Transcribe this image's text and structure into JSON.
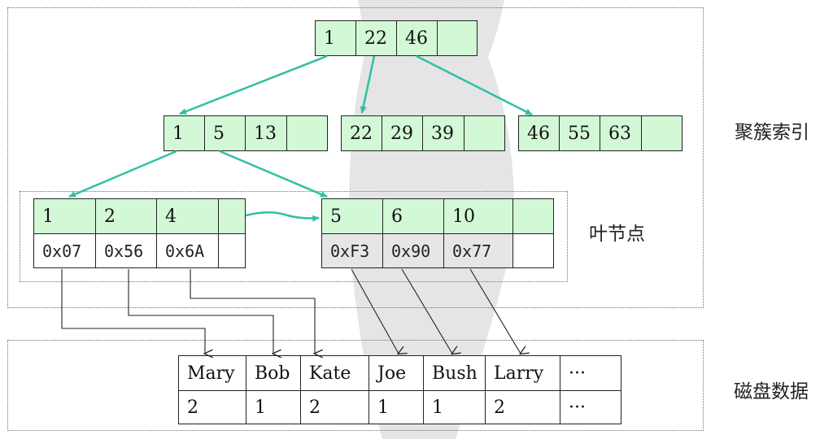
{
  "colors": {
    "key_fill": "#d2f8d6",
    "pointer_fill": "#ffffff",
    "tree_arrow": "#2fc1a3",
    "data_arrow": "#222222",
    "background_shape": "#b4b4b4"
  },
  "labels": {
    "clustered_index": "聚簇索引",
    "leaf_node": "叶节点",
    "disk_data": "磁盘数据"
  },
  "tree": {
    "root": {
      "keys": [
        "1",
        "22",
        "46",
        ""
      ]
    },
    "level1": [
      {
        "keys": [
          "1",
          "5",
          "13",
          ""
        ]
      },
      {
        "keys": [
          "22",
          "29",
          "39",
          ""
        ]
      },
      {
        "keys": [
          "46",
          "55",
          "63",
          ""
        ]
      }
    ],
    "leaves": [
      {
        "keys": [
          "1",
          "2",
          "4",
          ""
        ],
        "pointers": [
          "0x07",
          "0x56",
          "0x6A",
          ""
        ]
      },
      {
        "keys": [
          "5",
          "6",
          "10",
          ""
        ],
        "pointers": [
          "0xF3",
          "0x90",
          "0x77",
          ""
        ]
      }
    ]
  },
  "disk": {
    "names": [
      "Mary",
      "Bob",
      "Kate",
      "Joe",
      "Bush",
      "Larry",
      "···"
    ],
    "values": [
      "2",
      "1",
      "2",
      "1",
      "1",
      "2",
      "···"
    ]
  }
}
